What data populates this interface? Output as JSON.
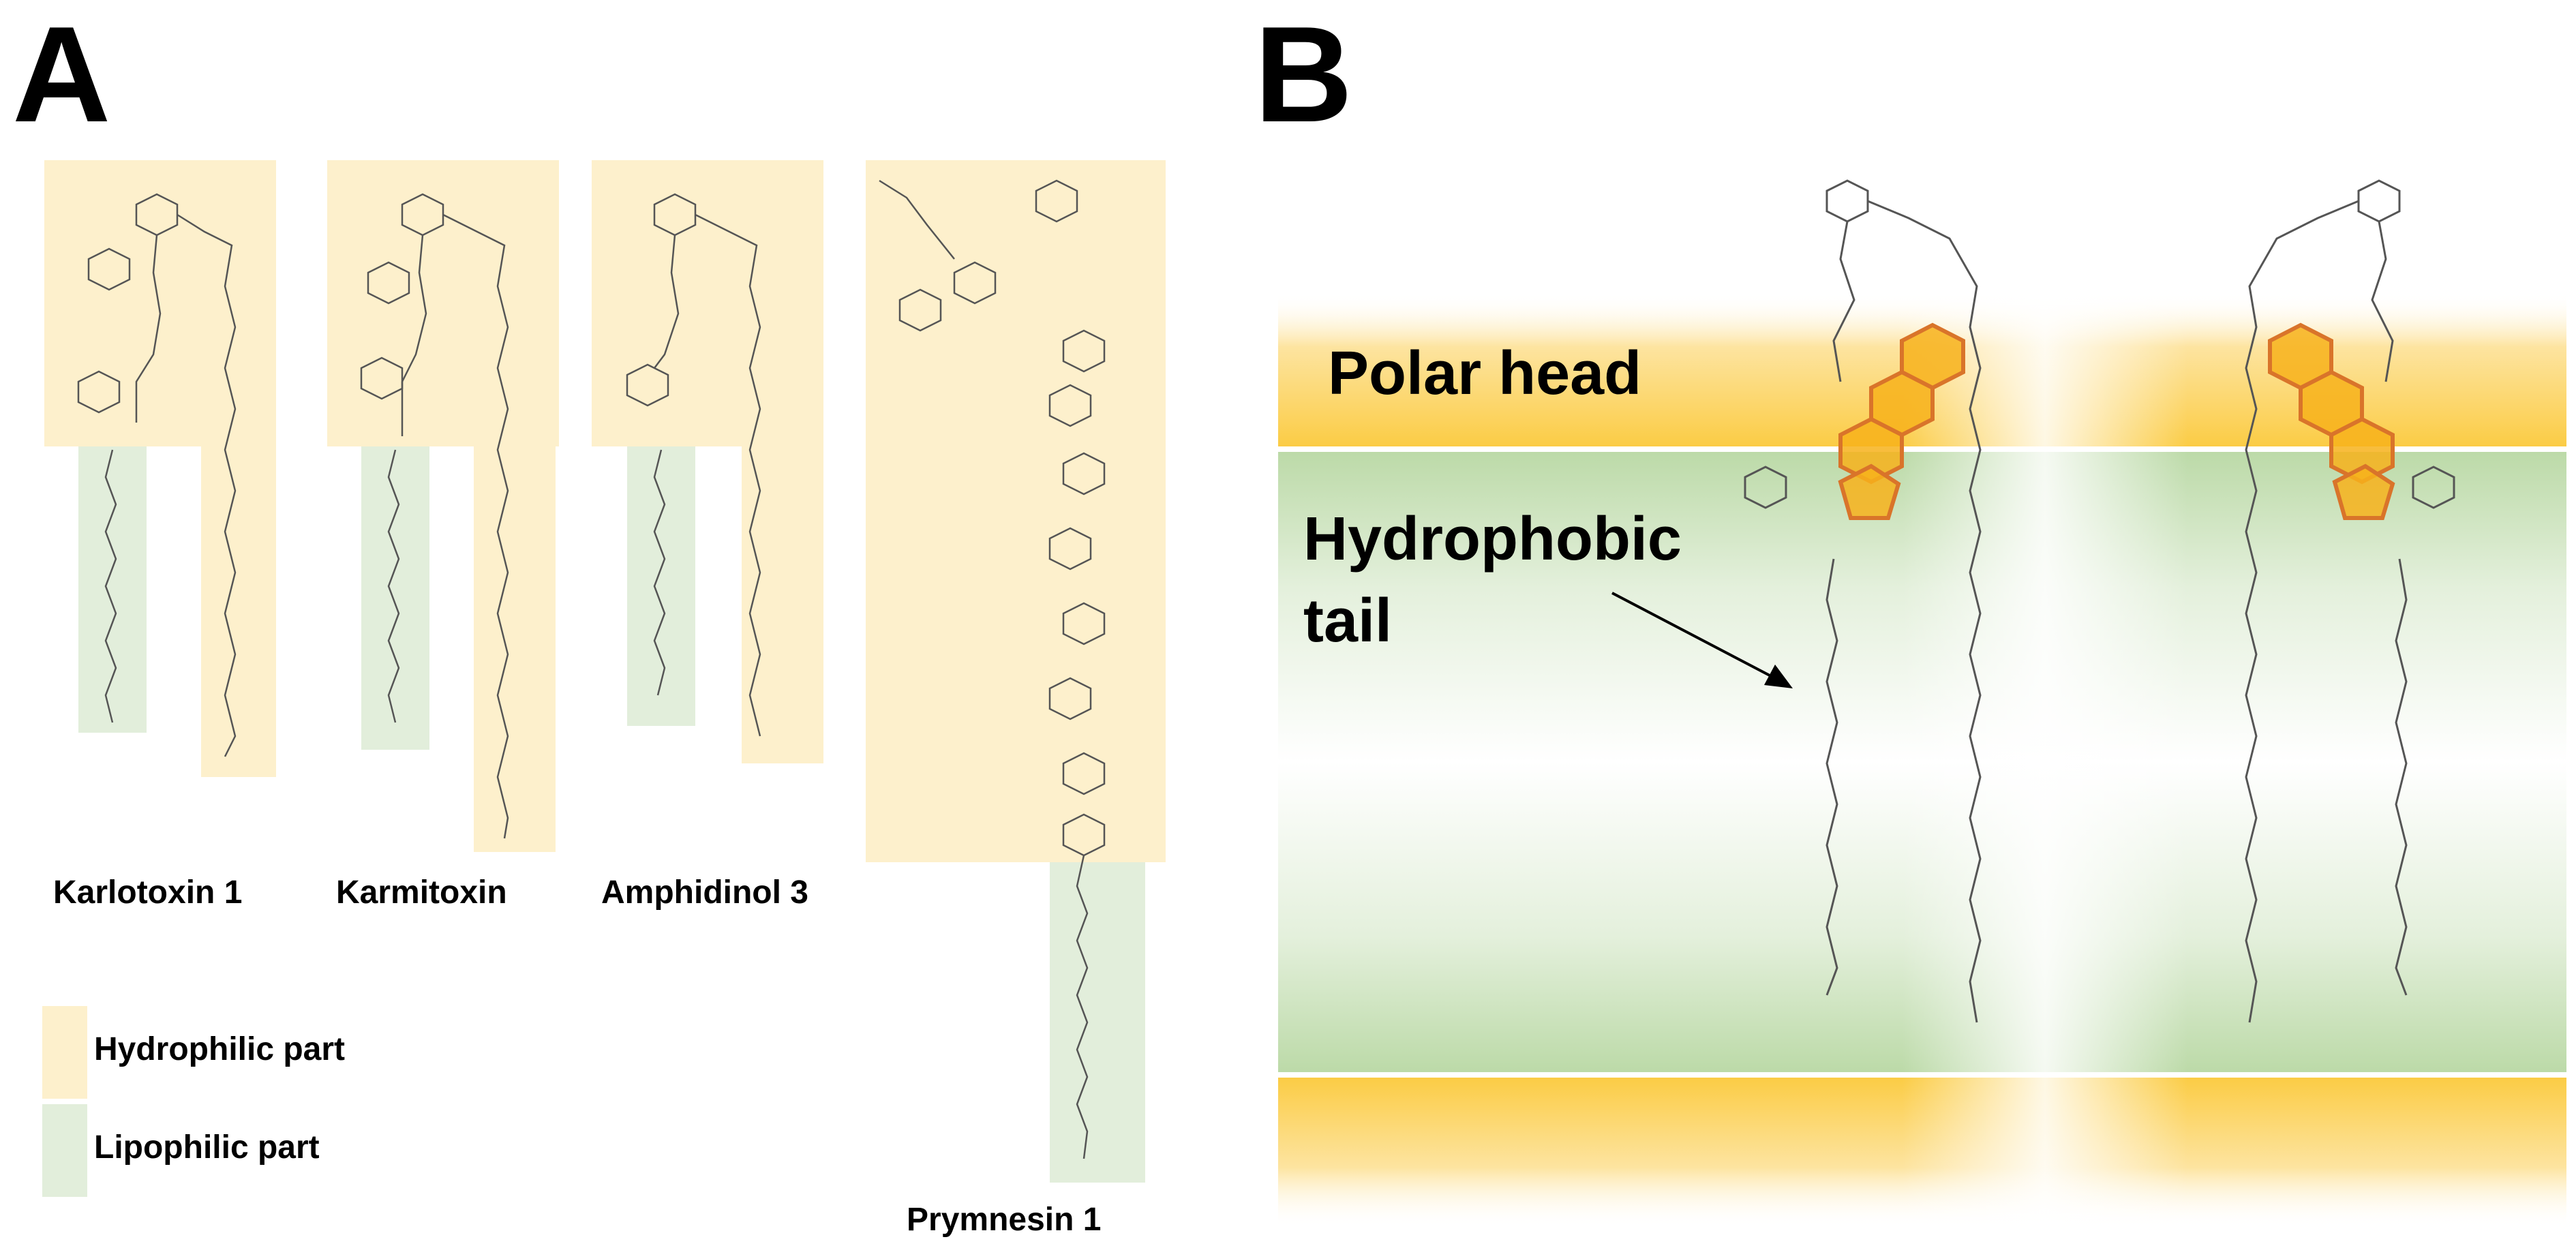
{
  "panels": {
    "a": {
      "letter": "A"
    },
    "b": {
      "letter": "B"
    }
  },
  "toxins": [
    {
      "name": "Karlotoxin 1"
    },
    {
      "name": "Karmitoxin"
    },
    {
      "name": "Amphidinol 3"
    },
    {
      "name": "Prymnesin 1"
    }
  ],
  "legend": {
    "hydrophilic": {
      "label": "Hydrophilic part",
      "color": "#fdf0cc"
    },
    "lipophilic": {
      "label": "Lipophilic part",
      "color": "#e2eedb"
    }
  },
  "membrane": {
    "polar_head_label": "Polar head",
    "tail_label_line1": "Hydrophobic",
    "tail_label_line2": "tail",
    "polar_color": "#fbd25f",
    "tail_color": "#b9d9a6",
    "sterol_color": "#f7b21b"
  }
}
